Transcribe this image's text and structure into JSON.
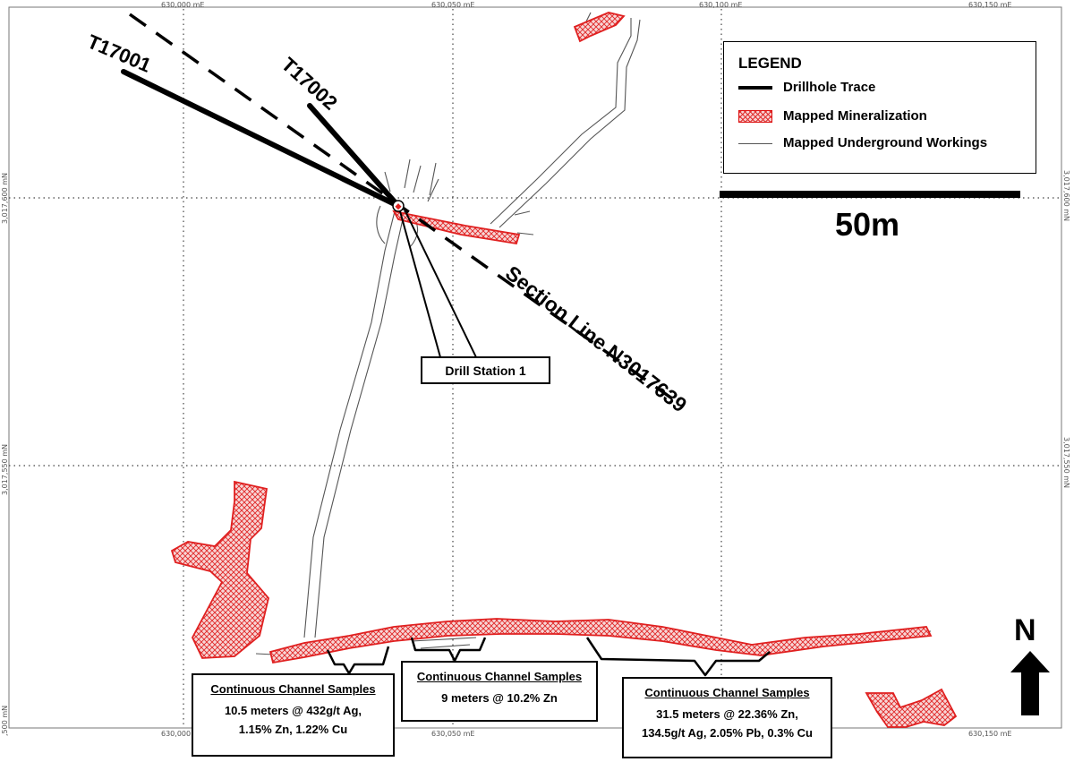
{
  "grid": {
    "top_x_labels": [
      "630,000 mE",
      "630,050 mE",
      "630,100 mE",
      "630,150 mE"
    ],
    "bottom_x_labels": [
      "630,000",
      "630,050 mE",
      "630,150 mE"
    ],
    "left_y_labels": [
      "3,017,600 mN",
      "3,017,550 mN",
      ",500 mN"
    ],
    "right_y_labels": [
      "3,017,600 mN",
      "3,017,550 mN"
    ]
  },
  "drillholes": [
    {
      "id": "T17001"
    },
    {
      "id": "T17002"
    }
  ],
  "section_line": "Section Line N3017639",
  "drill_station": "Drill Station 1",
  "legend": {
    "title": "LEGEND",
    "items": [
      {
        "label": "Drillhole Trace",
        "symbol": "thick-black-line"
      },
      {
        "label": "Mapped Mineralization",
        "symbol": "red-crosshatch"
      },
      {
        "label": "Mapped Underground Workings",
        "symbol": "thin-grey-line"
      }
    ]
  },
  "scale_bar": {
    "label": "50m"
  },
  "north_arrow": {
    "label": "N"
  },
  "callouts": [
    {
      "heading": "Continuous Channel Samples",
      "lines": [
        "10.5 meters @ 432g/t Ag,",
        "1.15% Zn, 1.22% Cu"
      ]
    },
    {
      "heading": "Continuous Channel Samples",
      "lines": [
        "9 meters @ 10.2% Zn"
      ]
    },
    {
      "heading": "Continuous Channel Samples",
      "lines": [
        "31.5 meters @ 22.36% Zn,",
        "134.5g/t Ag, 2.05% Pb, 0.3% Cu"
      ]
    }
  ],
  "colors": {
    "mineralization": "#e02020",
    "mineralization_fill": "#f7d0d0",
    "workings": "#555555",
    "grid": "#444444"
  }
}
